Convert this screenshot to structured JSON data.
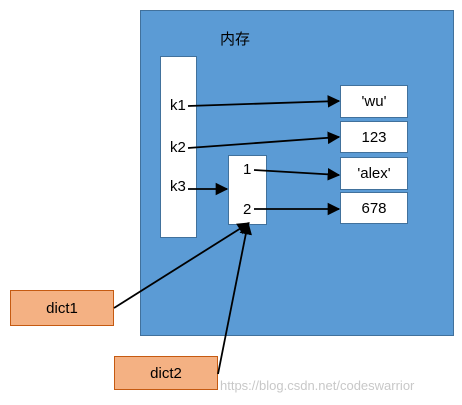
{
  "memory": {
    "title": "内存"
  },
  "keys": [
    "k1",
    "k2",
    "k3"
  ],
  "inner": [
    "1",
    "2"
  ],
  "values": [
    "'wu'",
    "123",
    "'alex'",
    "678"
  ],
  "variables": [
    "dict1",
    "dict2"
  ],
  "watermark": "https://blog.csdn.net/codeswarrior",
  "colors": {
    "memory_bg": "#5b9bd5",
    "variable_bg": "#f4b183",
    "arrow": "#000000"
  }
}
